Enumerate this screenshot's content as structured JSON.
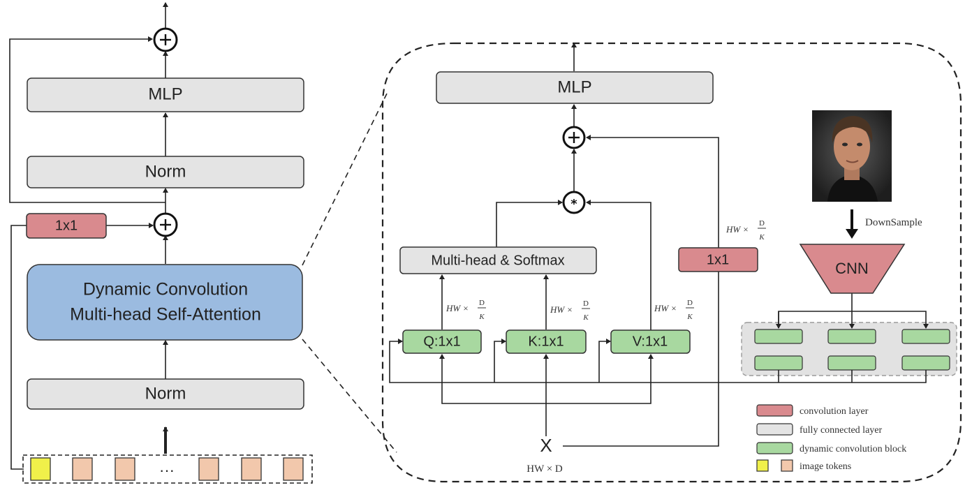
{
  "left": {
    "mlp_label": "MLP",
    "norm_top_label": "Norm",
    "conv_1x1_label": "1x1",
    "attention_line1": "Dynamic Convolution",
    "attention_line2": "Multi-head Self-Attention",
    "norm_bottom_label": "Norm",
    "tokens_ellipsis": "···"
  },
  "right": {
    "mlp_label": "MLP",
    "add_symbol": "+",
    "mult_symbol": "*",
    "softmax_label": "Multi-head & Softmax",
    "conv_1x1_label": "1x1",
    "q_label": "Q:1x1",
    "k_label": "K:1x1",
    "v_label": "V:1x1",
    "dim_hw": "HW ×",
    "dim_d": "D",
    "dim_k": "K",
    "input_label": "X",
    "input_dim_label": "HW × D",
    "downsample_label": "DownSample",
    "cnn_label": "CNN"
  },
  "legend": [
    {
      "label": "convolution layer",
      "color": "#d98a8e"
    },
    {
      "label": "fully connected layer",
      "color": "#e4e4e4"
    },
    {
      "label": "dynamic convolution block",
      "color": "#a8d8a0"
    },
    {
      "label": "image tokens",
      "color": "#f0f04a",
      "color2": "#f2c8ac"
    }
  ],
  "colors": {
    "fc": "#e4e4e4",
    "conv": "#d98a8e",
    "attention": "#9bbbe0",
    "dyn_block": "#a8d8a0",
    "token_yellow": "#f0f04a",
    "token_peach": "#f2c8ac",
    "weights_panel": "#e2e2e2"
  }
}
